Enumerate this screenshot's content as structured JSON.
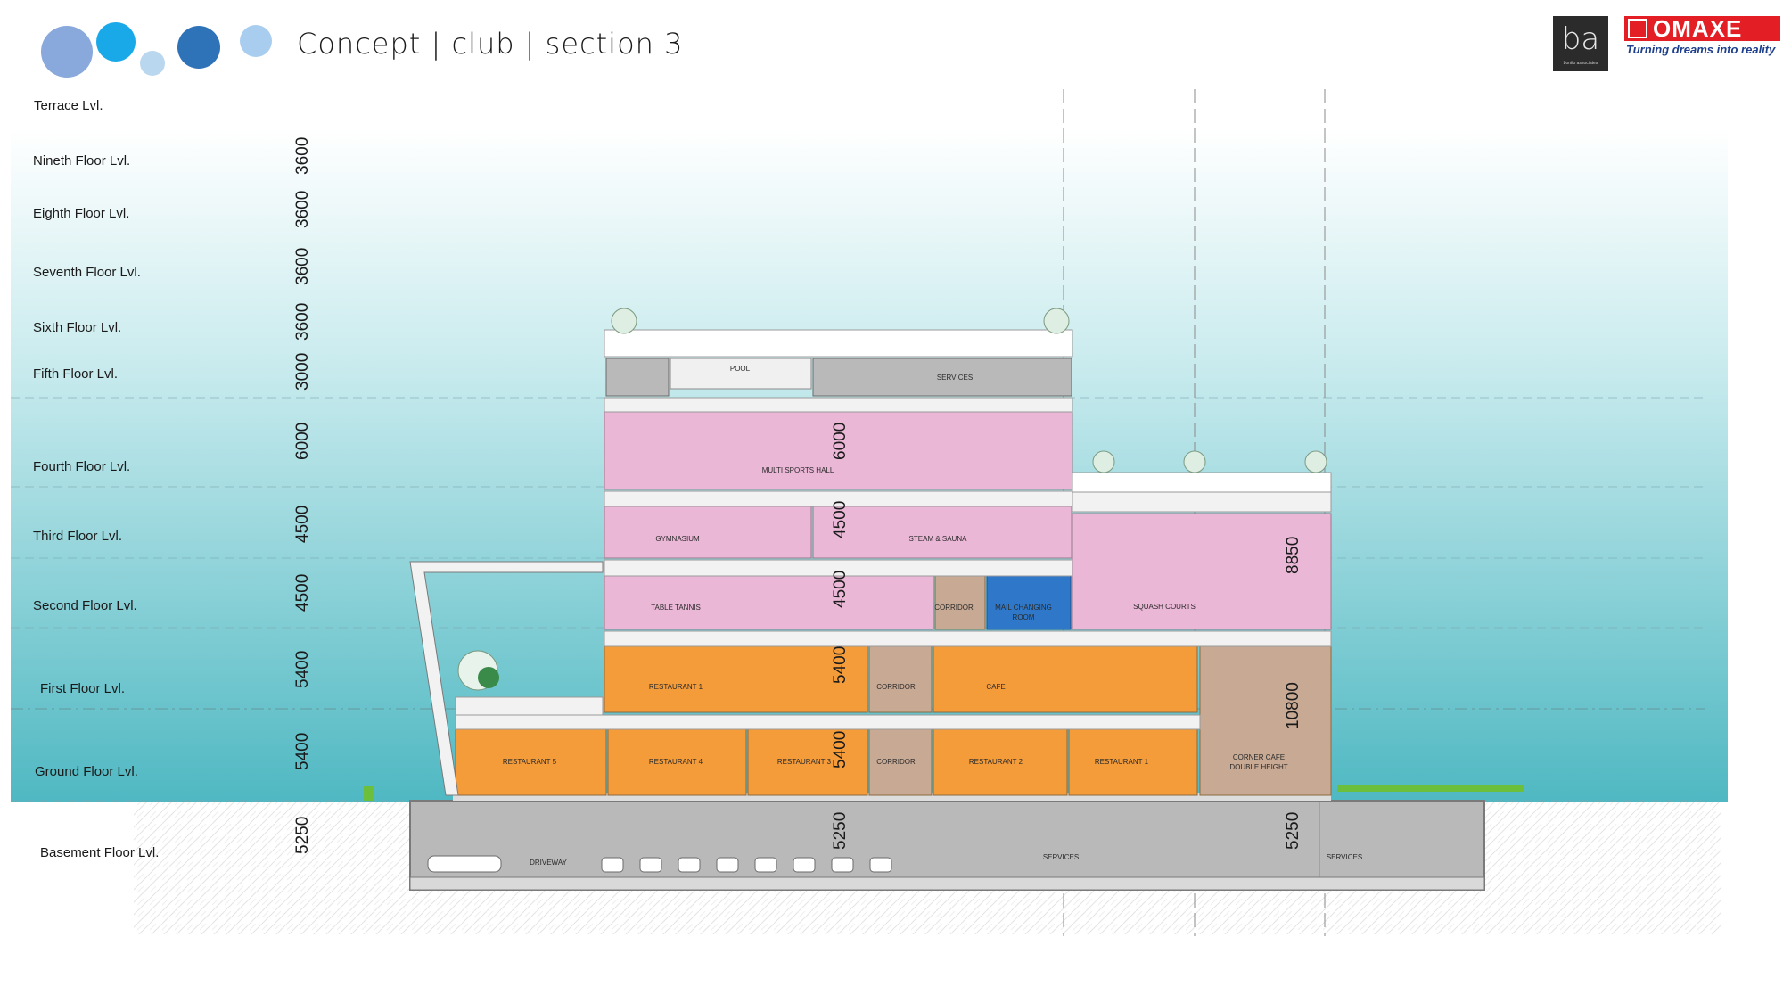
{
  "header": {
    "title": "Concept | club | section 3"
  },
  "logos": {
    "ba_letters": "ba",
    "ba_sub": "bonito associates",
    "omaxe_name": "OMAXE",
    "omaxe_tagline": "Turning dreams into reality"
  },
  "colors": {
    "sky_top": "#ffffff",
    "sky_bottom": "#4fb8c2",
    "restaurant": "#f59c3a",
    "sports": "#ebb7d6",
    "corridor": "#c8a994",
    "changing_room": "#2f78c9",
    "services": "#b9b9b9",
    "brand_red": "#e31e24",
    "brand_blue": "#1e3f8c"
  },
  "levels": [
    {
      "label": "Terrace Lvl."
    },
    {
      "label": "Nineth Floor Lvl."
    },
    {
      "label": "Eighth Floor Lvl."
    },
    {
      "label": "Seventh Floor Lvl."
    },
    {
      "label": "Sixth Floor Lvl."
    },
    {
      "label": "Fifth Floor Lvl."
    },
    {
      "label": "Fourth Floor Lvl."
    },
    {
      "label": "Third Floor Lvl."
    },
    {
      "label": "Second Floor Lvl."
    },
    {
      "label": "First Floor Lvl."
    },
    {
      "label": "Ground Floor Lvl."
    },
    {
      "label": "Basement Floor Lvl."
    }
  ],
  "dimensions_left": [
    "3600",
    "3600",
    "3600",
    "3600",
    "3000",
    "6000",
    "4500",
    "4500",
    "5400",
    "5400",
    "5250"
  ],
  "dimensions_inner": [
    "6000",
    "4500",
    "4500",
    "5400",
    "5400",
    "5250"
  ],
  "dimensions_right": [
    "8850",
    "10800",
    "5250"
  ],
  "rooms": {
    "pool": "POOL",
    "services_top": "SERVICES",
    "multi_sports_hall": "MULTI SPORTS HALL",
    "gymnasium": "GYMNASIUM",
    "steam_sauna": "STEAM & SAUNA",
    "table_tennis": "TABLE TANNIS",
    "corridor": "CORRIDOR",
    "changing_room_1": "MAIL CHANGING",
    "changing_room_2": "ROOM",
    "squash": "SQUASH COURTS",
    "restaurant_1_first": "RESTAURANT 1",
    "cafe": "CAFE",
    "restaurant_5": "RESTAURANT 5",
    "restaurant_4": "RESTAURANT 4",
    "restaurant_3": "RESTAURANT 3",
    "restaurant_2": "RESTAURANT 2",
    "restaurant_1_ground": "RESTAURANT 1",
    "corner_cafe_1": "CORNER CAFE",
    "corner_cafe_2": "DOUBLE HEIGHT",
    "driveway": "DRIVEWAY",
    "services_basement": "SERVICES"
  }
}
